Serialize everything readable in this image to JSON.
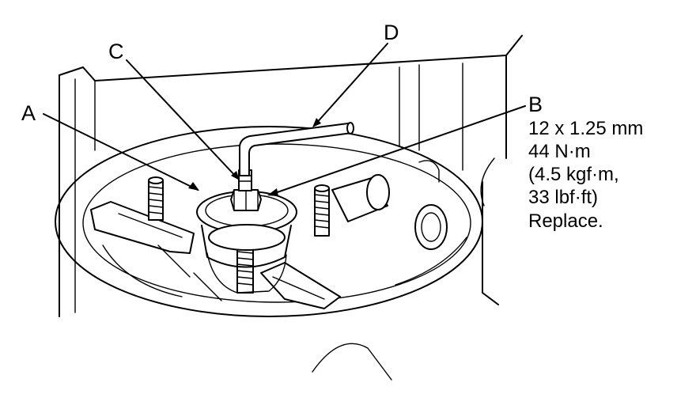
{
  "callouts": {
    "a": {
      "letter": "A"
    },
    "b": {
      "letter": "B",
      "spec_lines": [
        "12 x 1.25 mm",
        "44 N·m",
        "(4.5 kgf·m,",
        "33 lbf·ft)",
        "Replace."
      ]
    },
    "c": {
      "letter": "C"
    },
    "d": {
      "letter": "D"
    }
  },
  "colors": {
    "line": "#000000",
    "background": "#ffffff"
  }
}
